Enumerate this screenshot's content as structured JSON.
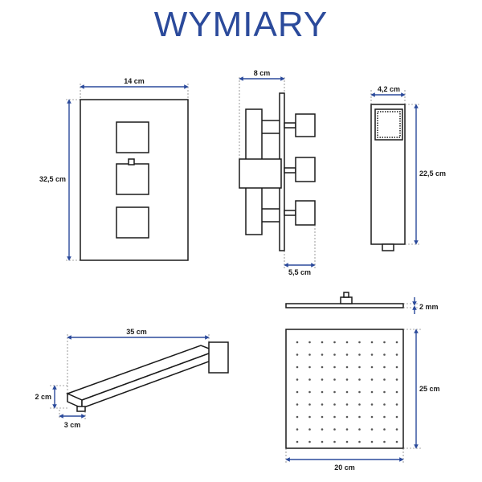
{
  "title": "WYMIARY",
  "dimensions": {
    "panel_width": "14 cm",
    "panel_height": "32,5 cm",
    "mixer_depth": "8 cm",
    "knob_depth": "5,5 cm",
    "handset_width": "4,2 cm",
    "handset_height": "22,5 cm",
    "arm_length": "35 cm",
    "arm_height": "2 cm",
    "arm_width": "3 cm",
    "head_thickness": "2 mm",
    "head_height": "25 cm",
    "head_width": "20 cm"
  },
  "colors": {
    "accent": "#2b4a9b",
    "line": "#1a1a1a"
  }
}
